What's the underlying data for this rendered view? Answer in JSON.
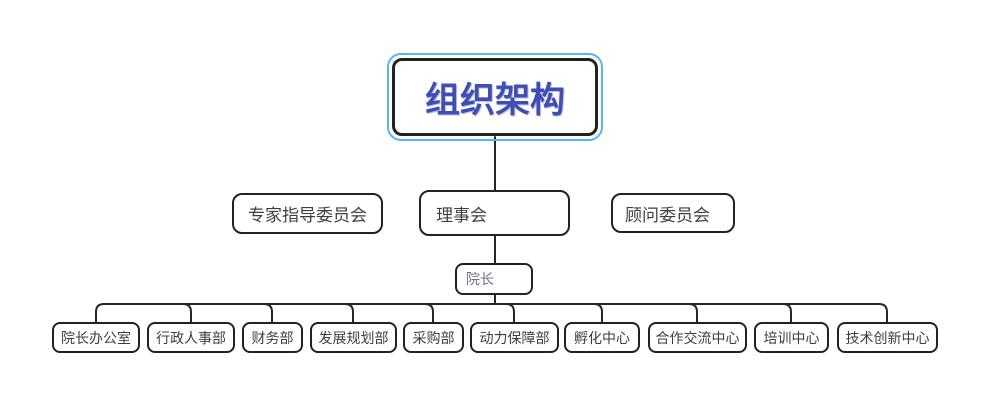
{
  "root": {
    "label": "组织架构"
  },
  "committees": [
    {
      "label": "专家指导委员会"
    },
    {
      "label": "理事会"
    },
    {
      "label": "顾问委员会"
    }
  ],
  "dean": {
    "label": "院长"
  },
  "departments": [
    "院长办公室",
    "行政人事部",
    "财务部",
    "发展规划部",
    "采购部",
    "动力保障部",
    "孵化中心",
    "合作交流中心",
    "培训中心",
    "技术创新中心"
  ],
  "colors": {
    "root_text": "#3d4eb8",
    "selection_outline": "#55b8f0",
    "node_border": "#222222",
    "node_text": "#3a3f45",
    "dean_text": "#6b7585",
    "connector_line": "#262626",
    "background": "#ffffff"
  }
}
